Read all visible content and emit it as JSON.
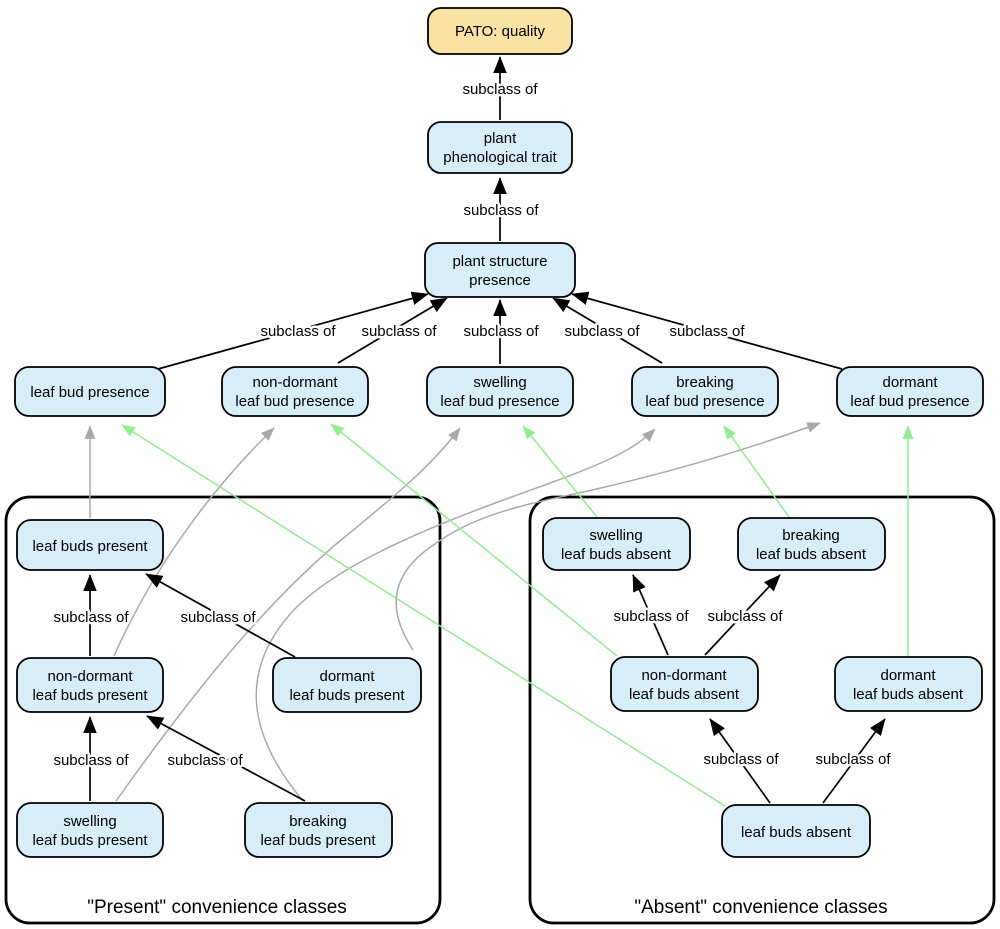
{
  "edge_label": "subclass of",
  "groups": {
    "present": "\"Present\" convenience classes",
    "absent": "\"Absent\" convenience classes"
  },
  "colors": {
    "background": "#ffffff",
    "node_fill": "#d7eef9",
    "root_fill": "#fae3a2",
    "node_border": "#000000",
    "black_edge": "#000000",
    "gray_edge": "#a9a9a9",
    "green_edge": "#90ee90",
    "text": "#000000"
  },
  "nodes": {
    "pato": {
      "label": "PATO: quality"
    },
    "plant_phenological_trait": {
      "line1": "plant",
      "line2": "phenological trait"
    },
    "plant_structure_presence": {
      "line1": "plant structure",
      "line2": "presence"
    },
    "leaf_bud_presence": {
      "label": "leaf bud presence"
    },
    "non_dormant_leaf_bud_presence": {
      "line1": "non-dormant",
      "line2": "leaf bud presence"
    },
    "swelling_leaf_bud_presence": {
      "line1": "swelling",
      "line2": "leaf bud presence"
    },
    "breaking_leaf_bud_presence": {
      "line1": "breaking",
      "line2": "leaf bud presence"
    },
    "dormant_leaf_bud_presence": {
      "line1": "dormant",
      "line2": "leaf bud presence"
    },
    "leaf_buds_present": {
      "label": "leaf buds present"
    },
    "non_dormant_leaf_buds_present": {
      "line1": "non-dormant",
      "line2": "leaf buds present"
    },
    "dormant_leaf_buds_present": {
      "line1": "dormant",
      "line2": "leaf buds present"
    },
    "swelling_leaf_buds_present": {
      "line1": "swelling",
      "line2": "leaf buds present"
    },
    "breaking_leaf_buds_present": {
      "line1": "breaking",
      "line2": "leaf buds present"
    },
    "swelling_leaf_buds_absent": {
      "line1": "swelling",
      "line2": "leaf buds absent"
    },
    "breaking_leaf_buds_absent": {
      "line1": "breaking",
      "line2": "leaf buds absent"
    },
    "non_dormant_leaf_buds_absent": {
      "line1": "non-dormant",
      "line2": "leaf buds absent"
    },
    "dormant_leaf_buds_absent": {
      "line1": "dormant",
      "line2": "leaf buds absent"
    },
    "leaf_buds_absent": {
      "label": "leaf buds absent"
    }
  },
  "subclass_edges": [
    "plant phenological trait → PATO: quality",
    "plant structure presence → plant phenological trait",
    "leaf bud presence → plant structure presence",
    "non-dormant leaf bud presence → plant structure presence",
    "swelling leaf bud presence → plant structure presence",
    "breaking leaf bud presence → plant structure presence",
    "dormant leaf bud presence → plant structure presence",
    "non-dormant leaf buds present → leaf buds present",
    "dormant leaf buds present → leaf buds present",
    "swelling leaf buds present → non-dormant leaf buds present",
    "breaking leaf buds present → non-dormant leaf buds present",
    "non-dormant leaf buds absent → swelling leaf buds absent",
    "non-dormant leaf buds absent → breaking leaf buds absent",
    "leaf buds absent → non-dormant leaf buds absent",
    "leaf buds absent → dormant leaf buds absent"
  ],
  "gray_edges": [
    "leaf buds present → leaf bud presence",
    "non-dormant leaf buds present → non-dormant leaf bud presence",
    "swelling leaf buds present → swelling leaf bud presence",
    "breaking leaf buds present → breaking leaf bud presence",
    "dormant leaf buds present → dormant leaf bud presence"
  ],
  "green_edges": [
    "leaf buds absent → leaf bud presence",
    "non-dormant leaf buds absent → non-dormant leaf bud presence",
    "swelling leaf buds absent → swelling leaf bud presence",
    "breaking leaf buds absent → breaking leaf bud presence",
    "dormant leaf buds absent → dormant leaf bud presence"
  ]
}
